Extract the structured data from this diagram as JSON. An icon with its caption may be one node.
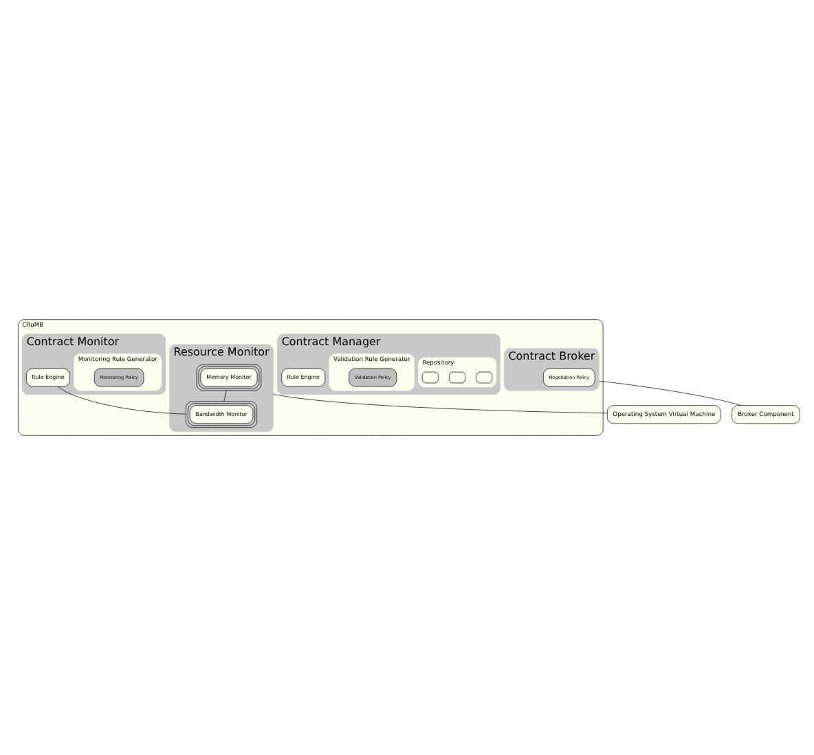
{
  "diagram": {
    "nodes": [
      {
        "text": [
          "CRuMB"
        ]
      },
      {
        "text": [
          "Contract Broker"
        ],
        "in": 0
      },
      {
        "text": [
          "Negotiation Policy"
        ],
        "in": 1
      },
      {
        "text": [
          "Broker Component"
        ]
      },
      {
        "text": [
          "Contract Manager"
        ],
        "in": 0
      },
      {
        "text": [
          "Repository"
        ],
        "in": 4
      },
      {
        "text": [],
        "shape": "box",
        "in": 5
      },
      {
        "text": [],
        "shape": "box",
        "in": 5
      },
      {
        "text": [],
        "shape": "box",
        "in": 5
      },
      {
        "text": [
          "Validation Rule Generator"
        ],
        "in": 4
      },
      {
        "text": [
          "Validation Policy"
        ],
        "in": 9
      },
      {
        "text": [
          "Rule Engine"
        ],
        "in": 4
      },
      {
        "text": [
          "Contract Monitor"
        ],
        "in": 0
      },
      {
        "text": [
          "Monitoring Rule Generator"
        ],
        "in": 12
      },
      {
        "text": [
          "Monitoring Policy"
        ],
        "in": 13
      },
      {
        "text": [
          "Rule Engine"
        ],
        "in": 12
      },
      {
        "text": [
          "Resource Monitor"
        ],
        "in": 0
      },
      {
        "text": [
          "Memory Monitor"
        ],
        "in": 16
      },
      {
        "text": [
          "Bandwidth Monitor"
        ],
        "in": 16
      },
      {
        "text": [
          "Operating System Virtual Machine"
        ]
      }
    ],
    "edges": [
      {
        "from": 1,
        "to": 3,
        "arrow": "none"
      },
      {
        "from": 15,
        "to": 18,
        "arrow": "none"
      },
      {
        "from": 17,
        "to": 18,
        "arrow": "none"
      },
      {
        "from": 16,
        "to": 19,
        "arrow": "none"
      }
    ]
  }
}
